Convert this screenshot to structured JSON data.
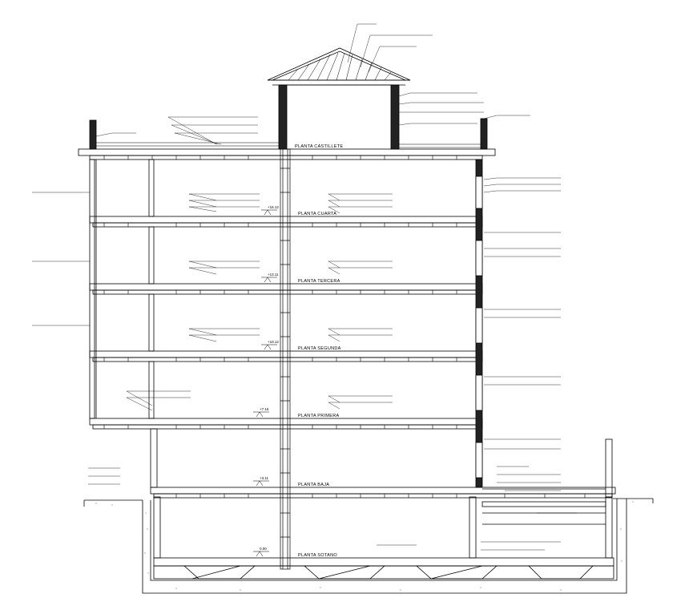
{
  "floors": [
    {
      "id": "castillete",
      "label": "PLANTA CASTILLETE",
      "level": ""
    },
    {
      "id": "cuarta",
      "label": "PLANTA CUARTA",
      "level": "+16.12"
    },
    {
      "id": "tercera",
      "label": "PLANTA TERCERA",
      "level": "+13.11"
    },
    {
      "id": "segunda",
      "label": "PLANTA SEGUNDA",
      "level": "+10.12"
    },
    {
      "id": "primera",
      "label": "PLANTA PRIMERA",
      "level": "+7.16"
    },
    {
      "id": "baja",
      "label": "PLANTA BAJA",
      "level": "+3.11"
    },
    {
      "id": "sotano",
      "label": "PLANTA SOTANO",
      "level": "0.00"
    }
  ],
  "colors": {
    "line": "#000000",
    "paper": "#ffffff",
    "hatch": "#555555"
  }
}
